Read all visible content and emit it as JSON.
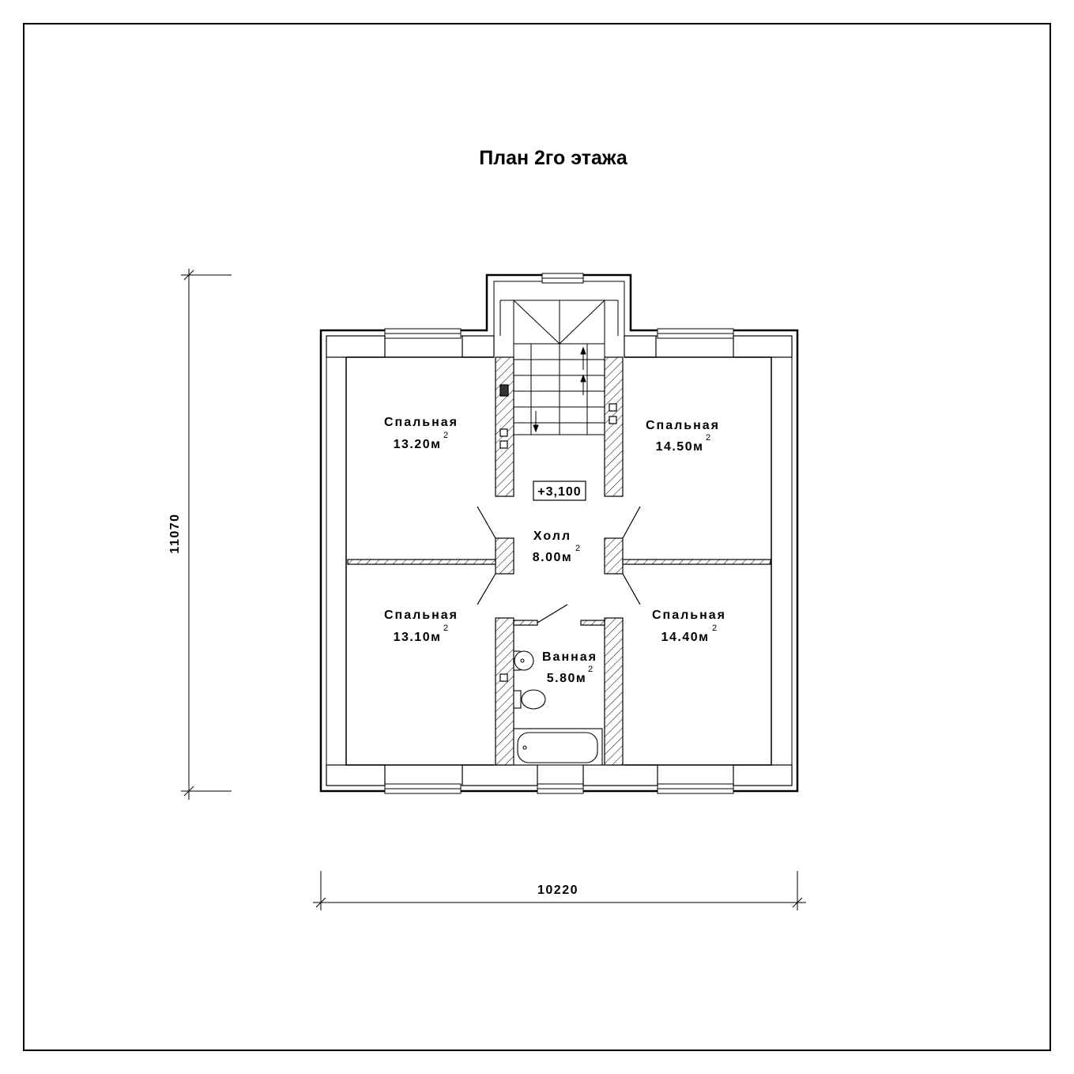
{
  "title": "План 2го этажа",
  "level_mark": "+3,100",
  "rooms": [
    {
      "name": "Спальная",
      "area": "13.20м",
      "sup": "2"
    },
    {
      "name": "Спальная",
      "area": "14.50м",
      "sup": "2"
    },
    {
      "name": "Холл",
      "area": "8.00м",
      "sup": "2"
    },
    {
      "name": "Спальная",
      "area": "13.10м",
      "sup": "2"
    },
    {
      "name": "Спальная",
      "area": "14.40м",
      "sup": "2"
    },
    {
      "name": "Ванная",
      "area": "5.80м",
      "sup": "2"
    }
  ],
  "dimensions": {
    "height": "11070",
    "width": "10220"
  }
}
